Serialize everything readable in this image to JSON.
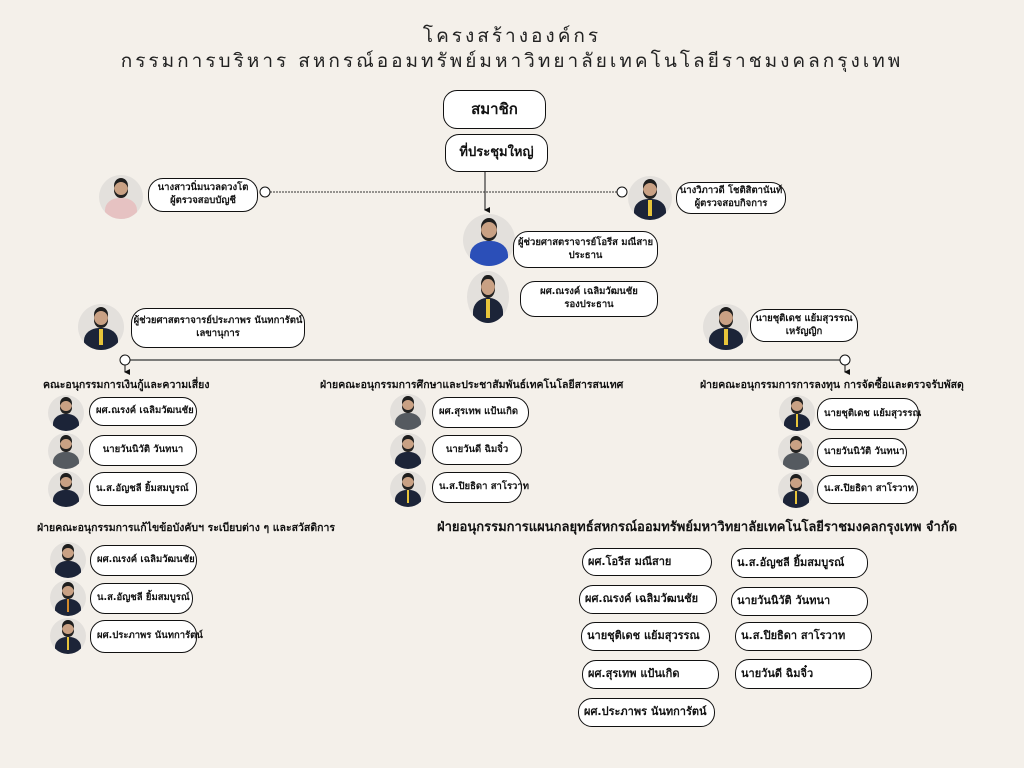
{
  "title": {
    "line1": "โครงสร้างองค์กร",
    "line2": "กรรมการบริหาร สหกรณ์ออมทรัพย์มหาวิทยาลัยเทคโนโลยีราชมงคลกรุงเทพ"
  },
  "top": {
    "members": "สมาชิก",
    "general_meeting": "ที่ประชุมใหญ่"
  },
  "auditors": [
    {
      "name": "นางสาวนิ่มนวลดวงโต",
      "role": "ผู้ตรวจสอบบัญชี"
    },
    {
      "name": "นางวิภาวดี  โชติสิตานันท์",
      "role": "ผู้ตรวจสอบกิจการ"
    }
  ],
  "executives": [
    {
      "name": "ผู้ช่วยศาสตราจารย์โอรีส มณีสาย",
      "role": "ประธาน"
    },
    {
      "name": "ผศ.ณรงค์  เฉลิมวัฒนชัย",
      "role": "รองประธาน"
    },
    {
      "name": "ผู้ช่วยศาสตราจารย์ประภาพร นันทการัตน์",
      "role": "เลขานุการ"
    },
    {
      "name": "นายชุติเดช แย้มสุวรรณ",
      "role": "เหรัญญิก"
    }
  ],
  "committees": [
    {
      "title": "คณะอนุกรรมการเงินกู้และความเสี่ยง",
      "members": [
        "ผศ.ณรงค์  เฉลิมวัฒนชัย",
        "นายวันนิวัติ วันทนา",
        "น.ส.อัญชลี  ยิ้มสมบูรณ์"
      ]
    },
    {
      "title": "ฝ่ายคณะอนุกรรมการศึกษาและประชาสัมพันธ์เทคโนโลยีสารสนเทศ",
      "members": [
        "ผศ.สุรเทพ แป้นเกิด",
        "นายวันดี  ฉิมจิ๋ว",
        "น.ส.ปิยธิดา  สาโรวาท"
      ]
    },
    {
      "title": "ฝ่ายคณะอนุกรรมการการลงทุน การจัดซื้อและตรวจรับพัสดุ",
      "members": [
        "นายชุติเดช แย้มสุวรรณ",
        "นายวันนิวัติ วันทนา",
        "น.ส.ปิยธิดา  สาโรวาท"
      ]
    },
    {
      "title": "ฝ่ายคณะอนุกรรมการแก้ไขข้อบังคับฯ ระเบียบต่าง ๆ และสวัสดิการ",
      "members": [
        "ผศ.ณรงค์  เฉลิมวัฒนชัย",
        "น.ส.อัญชลี  ยิ้มสมบูรณ์",
        "ผศ.ประภาพร นันทการัตน์"
      ]
    },
    {
      "title": "ฝ่ายอนุกรรมการแผนกลยุทธ์สหกรณ์ออมทรัพย์มหาวิทยาลัยเทคโนโลยีราชมงคลกรุงเทพ จำกัด",
      "members": [
        "ผศ.โอรีส มณีสาย",
        "ผศ.ณรงค์  เฉลิมวัฒนชัย",
        "นายชุติเดช แย้มสุวรรณ",
        "ผศ.สุรเทพ  แป้นเกิด",
        "ผศ.ประภาพร นันทการัตน์",
        "น.ส.อัญชลี ยิ้มสมบูรณ์",
        "นายวันนิวัติ วันทนา",
        "น.ส.ปิยธิดา สาโรวาท",
        "นายวันดี ฉิมจิ๋ว"
      ]
    }
  ]
}
